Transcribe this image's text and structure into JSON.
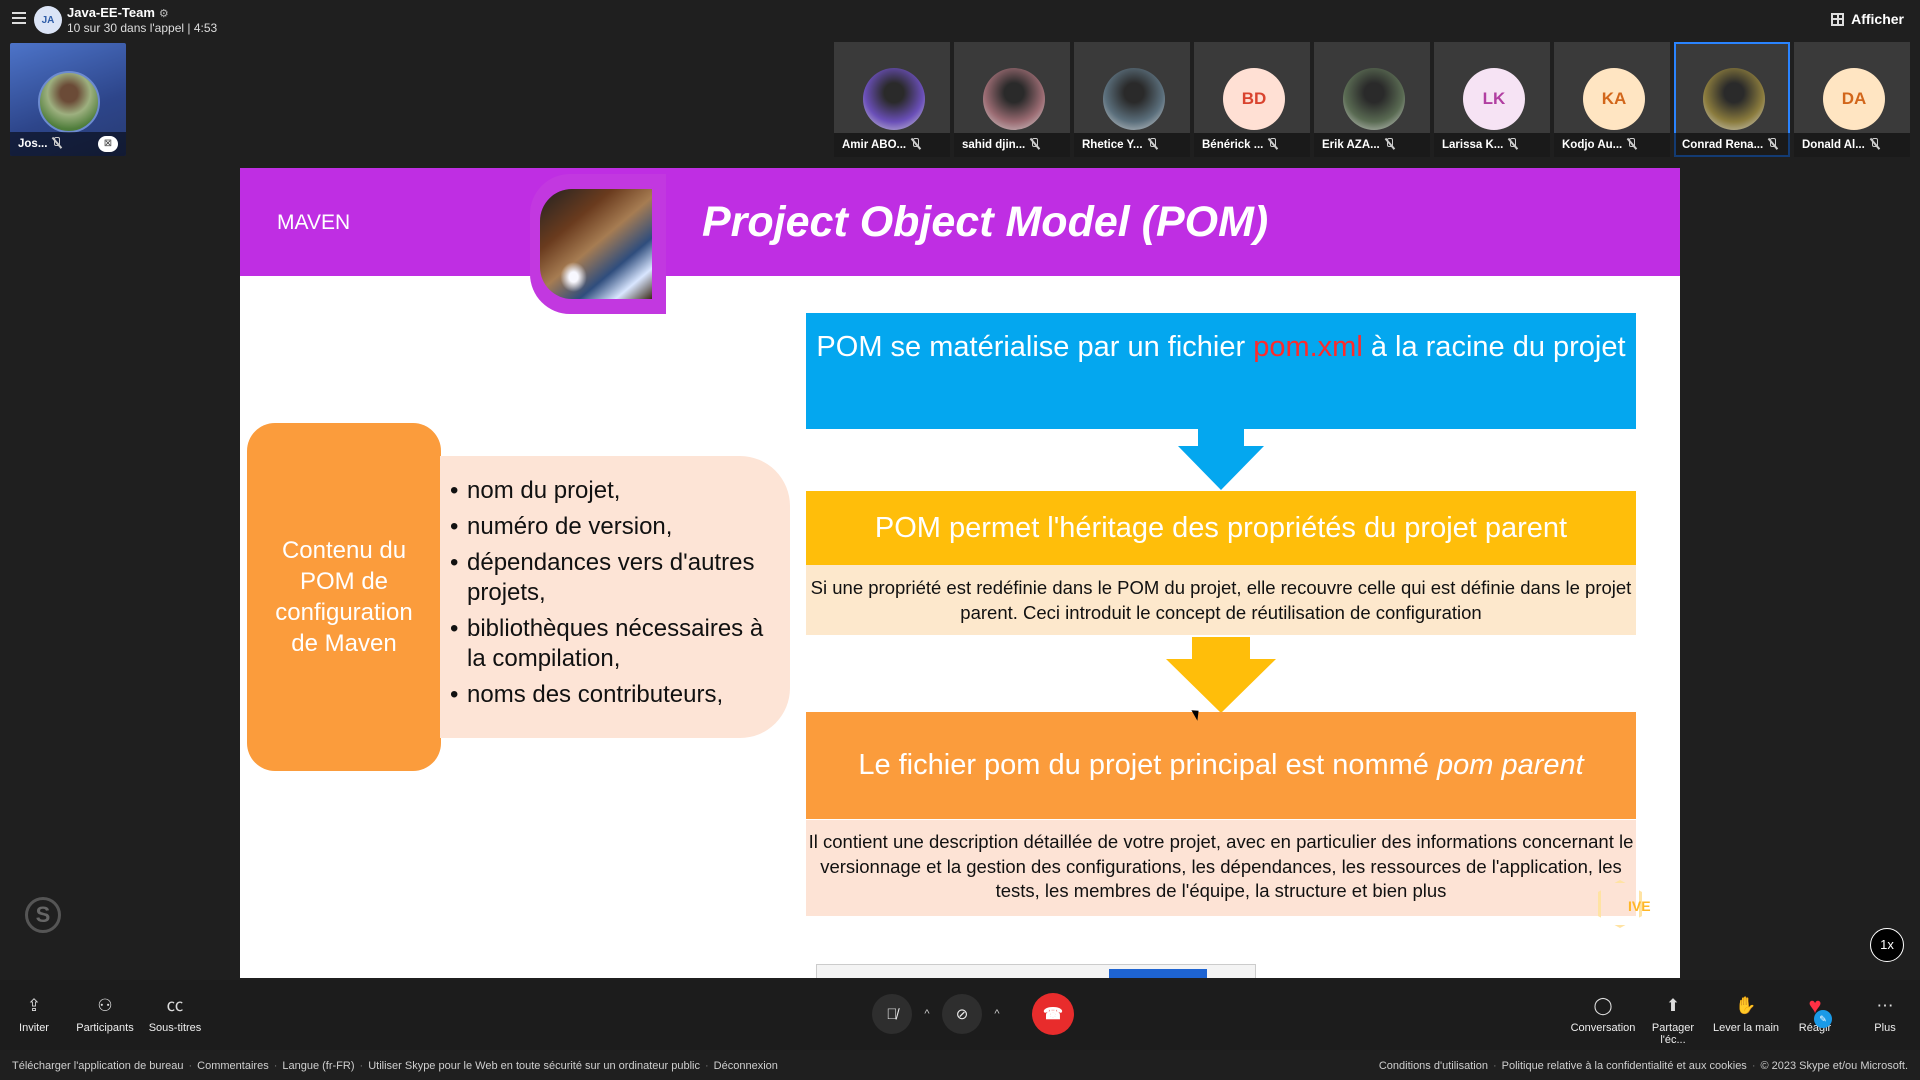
{
  "call": {
    "group_initials": "JA",
    "title": "Java-EE-Team",
    "subtitle": "10 sur 30 dans l'appel | 4:53",
    "view_label": "Afficher"
  },
  "self_view": {
    "name": "Jos..."
  },
  "participants": [
    {
      "name": "Amir ABO...",
      "initials": "",
      "bg": "#6a4fb8"
    },
    {
      "name": "sahid djin...",
      "initials": "",
      "bg": "#9a6b72"
    },
    {
      "name": "Rhetice Y...",
      "initials": "",
      "bg": "#5b6f7c"
    },
    {
      "name": "Bénérick ...",
      "initials": "BD",
      "bg": "#ffe0d4",
      "fg": "#d9432e"
    },
    {
      "name": "Erik AZA...",
      "initials": "",
      "bg": "#5a6b53"
    },
    {
      "name": "Larissa K...",
      "initials": "LK",
      "bg": "#f6e3f4",
      "fg": "#b13ea1"
    },
    {
      "name": "Kodjo Au...",
      "initials": "KA",
      "bg": "#ffe5c2",
      "fg": "#d2661a"
    },
    {
      "name": "Conrad Rena...",
      "initials": "",
      "bg": "#8a7b3d"
    },
    {
      "name": "Donald Al...",
      "initials": "DA",
      "bg": "#ffe5c2",
      "fg": "#d2661a"
    }
  ],
  "slide": {
    "section": "MAVEN",
    "title": "Project Object Model (POM)",
    "left_box": "Contenu du POM de configuration de Maven",
    "list_items": [
      "nom du projet,",
      "numéro de version,",
      "dépendances vers d'autres projets,",
      "bibliothèques nécessaires à la compilation,",
      "noms des contributeurs,"
    ],
    "blue_box": {
      "before": "POM se matérialise par un fichier ",
      "highlight": "pom.xml",
      "after": " à la racine du projet"
    },
    "yellow_box": "POM permet l'héritage des propriétés du projet parent",
    "yellow_desc": "Si une propriété est redéfinie dans le POM du projet, elle recouvre celle qui est définie dans le projet parent. Ceci introduit le concept de réutilisation de configuration",
    "orange_box": {
      "before": "Le fichier pom du projet principal est nommé ",
      "italic": "pom parent"
    },
    "orange_desc": "Il contient une description détaillée de votre projet, avec en particulier des informations concernant le versionnage et la gestion des configurations, les dépendances, les ressources de l'application, les tests, les membres de l'équipe, la structure et bien plus",
    "watermark": "IVE"
  },
  "speed_badge": "1x",
  "toolbar": {
    "invite": "Inviter",
    "participants": "Participants",
    "subtitles": "Sous-titres",
    "conversation": "Conversation",
    "share": "Partager l'éc...",
    "raise_hand": "Lever la main",
    "react": "Réagir",
    "more": "Plus"
  },
  "footer": {
    "left": [
      "Télécharger l'application de bureau",
      "Commentaires",
      "Langue (fr-FR)",
      "Utiliser Skype pour le Web en toute sécurité sur un ordinateur public",
      "Déconnexion"
    ],
    "right": [
      "Conditions d'utilisation",
      "Politique relative à la confidentialité et aux cookies",
      "© 2023 Skype et/ou Microsoft."
    ]
  }
}
